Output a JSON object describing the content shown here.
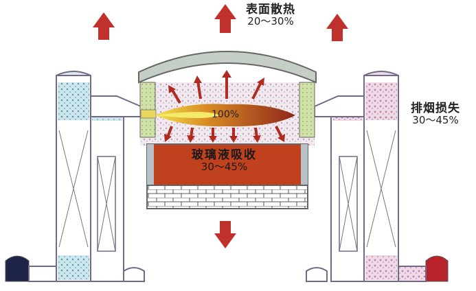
{
  "labels": {
    "surface": {
      "title": "表面散热",
      "value": "20～30%"
    },
    "exhaust": {
      "title": "排烟损失",
      "value": "30～45%"
    },
    "flame": {
      "value": "100%"
    },
    "glass": {
      "title": "玻璃液吸收",
      "value": "30～45%"
    }
  },
  "colors": {
    "arrow_red": "#c0302c",
    "wall": "#6f6a8c",
    "glass_melt": "#c0411e",
    "flame": "#d99a1a",
    "checker_left": "#7fb8c9",
    "checker_right": "#c99ab8",
    "outlet_left": "#1e2448",
    "outlet_right": "#b8222a",
    "crown": "#c6cfc6"
  }
}
